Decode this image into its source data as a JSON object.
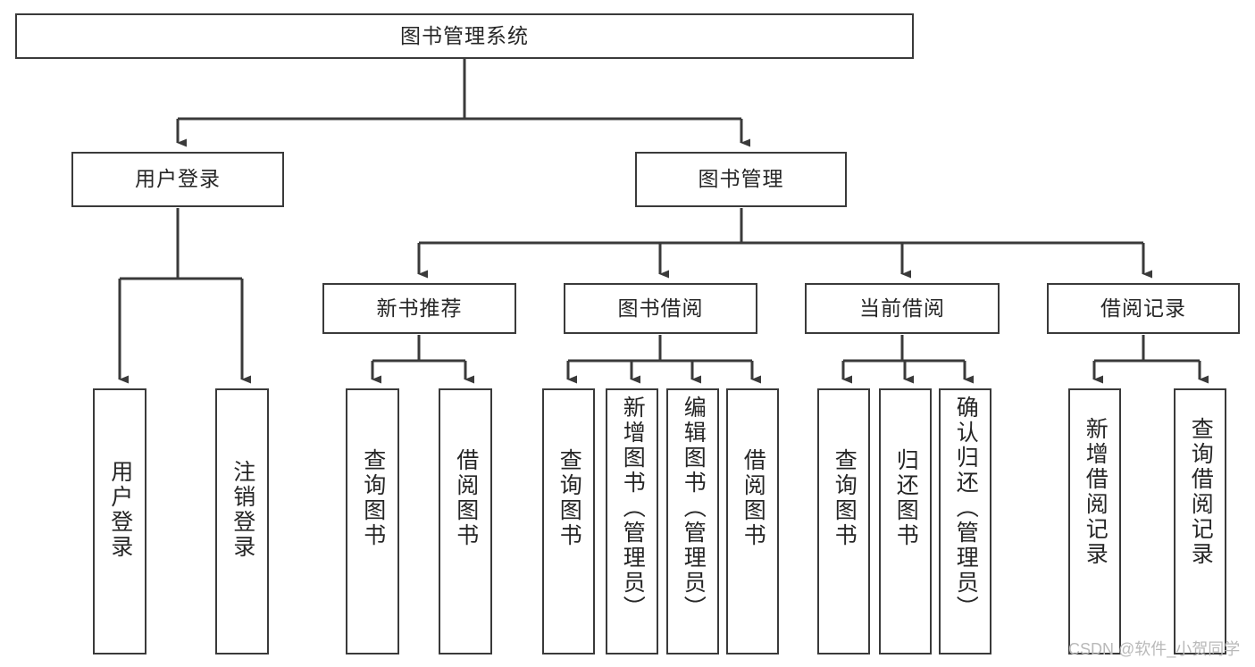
{
  "diagram": {
    "type": "tree",
    "title": "图书管理系统",
    "orientation": "top-down",
    "watermark": "CSDN @软件_小贺同学",
    "colors": {
      "stroke": "#3a3a3a",
      "fill": "#ffffff",
      "text": "#262626",
      "watermark": "#b9b9b9"
    },
    "root": {
      "label": "图书管理系统"
    },
    "level2": [
      {
        "label": "用户登录"
      },
      {
        "label": "图书管理"
      }
    ],
    "level3": [
      {
        "label": "新书推荐"
      },
      {
        "label": "图书借阅"
      },
      {
        "label": "当前借阅"
      },
      {
        "label": "借阅记录"
      }
    ],
    "leaves": {
      "user_login": [
        {
          "label": "用户登录"
        },
        {
          "label": "注销登录"
        }
      ],
      "new_book": [
        {
          "label": "查询图书"
        },
        {
          "label": "借阅图书"
        }
      ],
      "book_borrow": [
        {
          "label": "查询图书"
        },
        {
          "label": "新增图书（管理员）"
        },
        {
          "label": "编辑图书（管理员）"
        },
        {
          "label": "借阅图书"
        }
      ],
      "current_borrow": [
        {
          "label": "查询图书"
        },
        {
          "label": "归还图书"
        },
        {
          "label": "确认归还（管理员）"
        }
      ],
      "borrow_record": [
        {
          "label": "新增借阅记录"
        },
        {
          "label": "查询借阅记录"
        }
      ]
    }
  }
}
